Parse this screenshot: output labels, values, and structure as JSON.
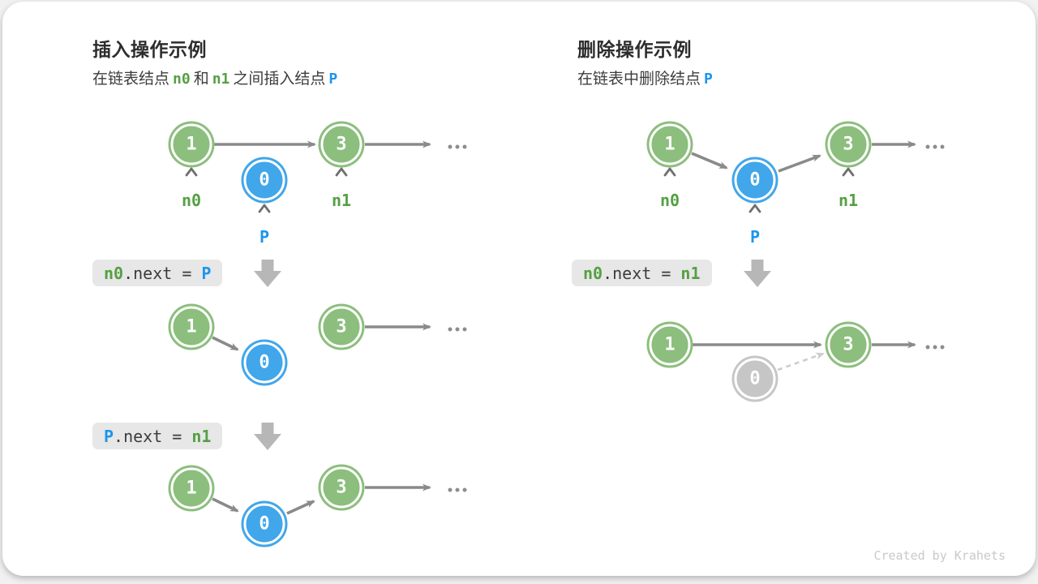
{
  "insert_panel": {
    "title": "插入操作示例",
    "subtitle": {
      "part1": "在链表结点",
      "n0": "n0",
      "and": "和",
      "n1": "n1",
      "part2": "之间插入结点",
      "p": "P"
    },
    "labels": {
      "n0": "n0",
      "n1": "n1",
      "p": "P"
    },
    "code1": {
      "lhs": "n0",
      "op": ".next = ",
      "rhs": "P"
    },
    "code2": {
      "lhs": "P",
      "op": ".next = ",
      "rhs": "n1"
    }
  },
  "delete_panel": {
    "title": "删除操作示例",
    "subtitle": {
      "part1": "在链表中删除结点",
      "p": "P"
    },
    "labels": {
      "n0": "n0",
      "n1": "n1",
      "p": "P"
    },
    "code1": {
      "lhs": "n0",
      "op": ".next = ",
      "rhs": "n1"
    }
  },
  "node_values": {
    "one": "1",
    "three": "3",
    "zero": "0"
  },
  "footer": {
    "credit": "Created by Krahets"
  },
  "icons": {
    "ellipsis": "…",
    "caret": "^",
    "down_block_arrow": "⬇",
    "link_arrow": "→"
  },
  "colors": {
    "node_green": "#8cbe7d",
    "node_blue": "#41a6ea",
    "node_gray": "#c6c6c6",
    "text_green": "#55a044",
    "text_blue": "#1d95ec",
    "arrow_gray": "#8a8a8a",
    "dashed_gray": "#cdcdcd",
    "codebox_bg": "#e7e7e7",
    "block_arrow": "#b7b7b7"
  }
}
